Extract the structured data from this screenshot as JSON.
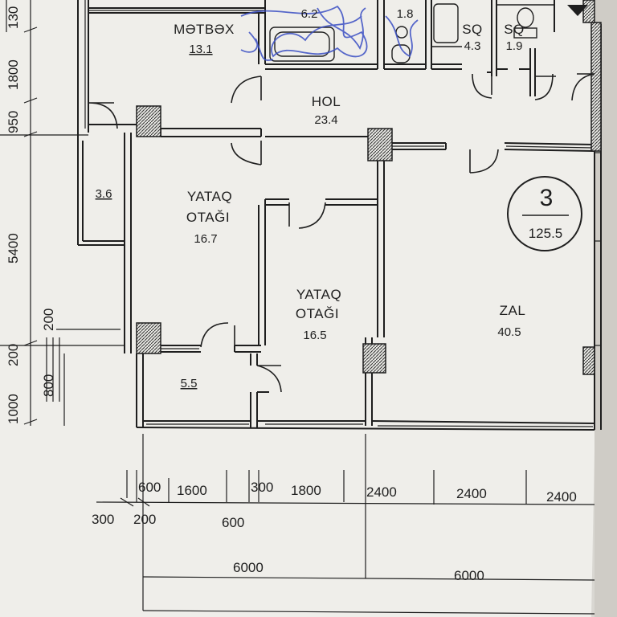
{
  "rooms": {
    "kitchen": {
      "name": "MƏTBƏX",
      "area": "13.1"
    },
    "bath_top": {
      "area": "6.2"
    },
    "toilet_top": {
      "area": "1.8"
    },
    "sq1": {
      "name": "SQ",
      "area": "4.3"
    },
    "sq2": {
      "name": "SQ",
      "area": "1.9"
    },
    "hall": {
      "name": "HOL",
      "area": "23.4"
    },
    "balcony_left": {
      "area": "3.6"
    },
    "bedroom1": {
      "name1": "YATAQ",
      "name2": "OTAĞI",
      "area": "16.7"
    },
    "bedroom2": {
      "name1": "YATAQ",
      "name2": "OTAĞI",
      "area": "16.5"
    },
    "storage": {
      "area": "5.5"
    },
    "living": {
      "name": "ZAL",
      "area": "40.5"
    }
  },
  "unit": {
    "number": "3",
    "total_area": "125.5"
  },
  "dims_left": [
    "130",
    "1800",
    "950",
    "5400",
    "200",
    "200",
    "800",
    "1000"
  ],
  "dims_bottom_row1": [
    "600",
    "1600",
    "300",
    "1800",
    "2400",
    "2400",
    "2400"
  ],
  "dims_bottom_row2": [
    "300",
    "200",
    "600"
  ],
  "dims_bottom_row3": [
    "6000",
    "6000"
  ],
  "colors": {
    "paper": "#efeeea",
    "ink": "#1e1e1e",
    "hatch": "#555555",
    "pen": "#3b4fc4"
  }
}
